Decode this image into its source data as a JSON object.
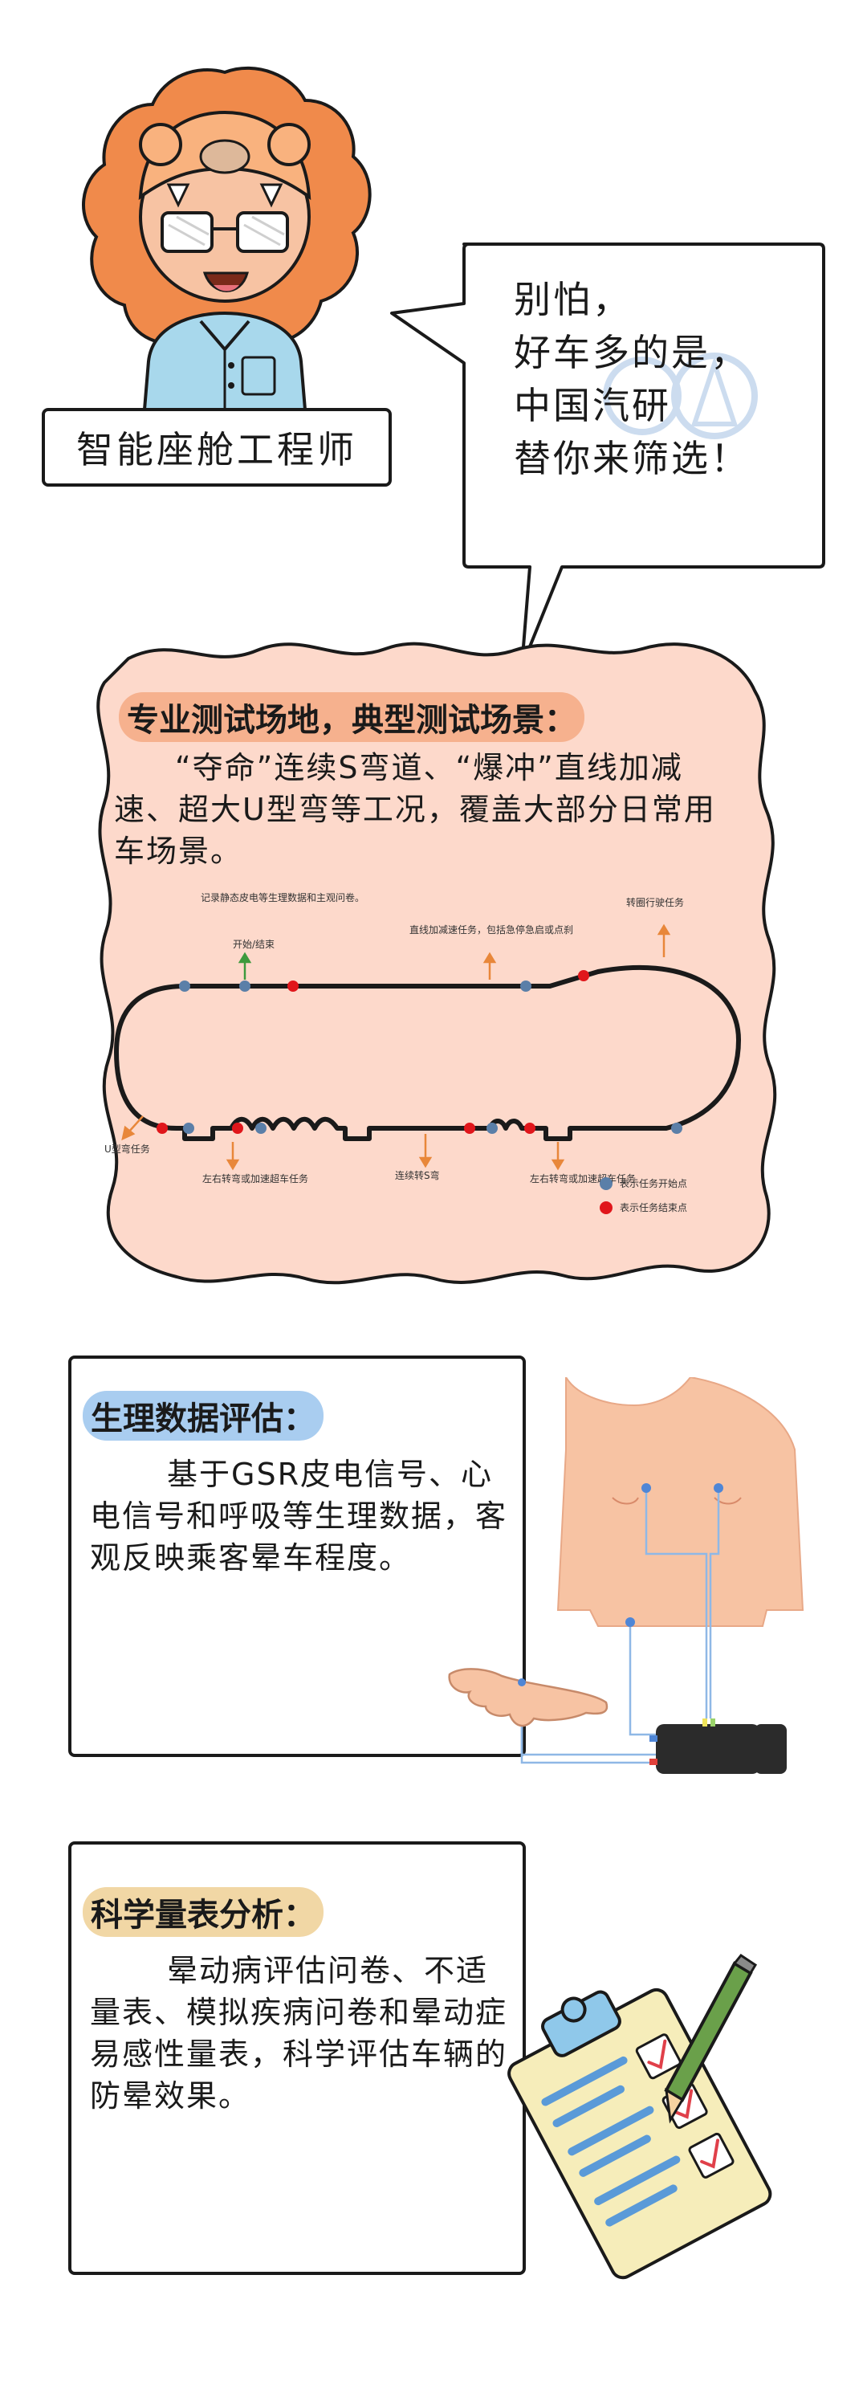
{
  "top": {
    "role_label": "智能座舱工程师",
    "speech_lines": [
      "别怕，",
      "好车多的是，",
      "中国汽研",
      "替你来筛选！"
    ]
  },
  "section1": {
    "heading": "专业测试场地，典型测试场景：",
    "body": "“夺命”连续S弯道、“爆冲”直线加减速、超大U型弯等工况，覆盖大部分日常用车场景。",
    "track": {
      "label_record": "记录静态皮电等生理数据和主观问卷。",
      "label_start_end": "开始/结束",
      "label_straight": "直线加减速任务，包括急停急启或点刹",
      "label_circle": "转圈行驶任务",
      "label_uturn": "U型弯任务",
      "label_lane1": "左右转弯或加速超车任务",
      "label_s": "连续转S弯",
      "label_lane2": "左右转弯或加速超车任务",
      "legend_start": "表示任务开始点",
      "legend_end": "表示任务结束点",
      "colors": {
        "start": "#5b7fa8",
        "end": "#e0161b",
        "arrow": "#e8873a",
        "arrow_green": "#3d9a3d"
      }
    }
  },
  "section2": {
    "heading": "生理数据评估：",
    "body": "基于GSR皮电信号、心电信号和呼吸等生理数据，客观反映乘客晕车程度。"
  },
  "section3": {
    "heading": "科学量表分析：",
    "body": "晕动病评估问卷、不适量表、模拟疾病问卷和晕动症易感性量表，科学评估车辆的防晕效果。"
  },
  "colors": {
    "blob_fill": "#fdd9cb",
    "heading1_bg": "#f6b18e",
    "heading2_bg": "#a9cdf0",
    "heading3_bg": "#f1d7a5",
    "lion_mane": "#f08a4b",
    "skin": "#f7c3a3"
  }
}
